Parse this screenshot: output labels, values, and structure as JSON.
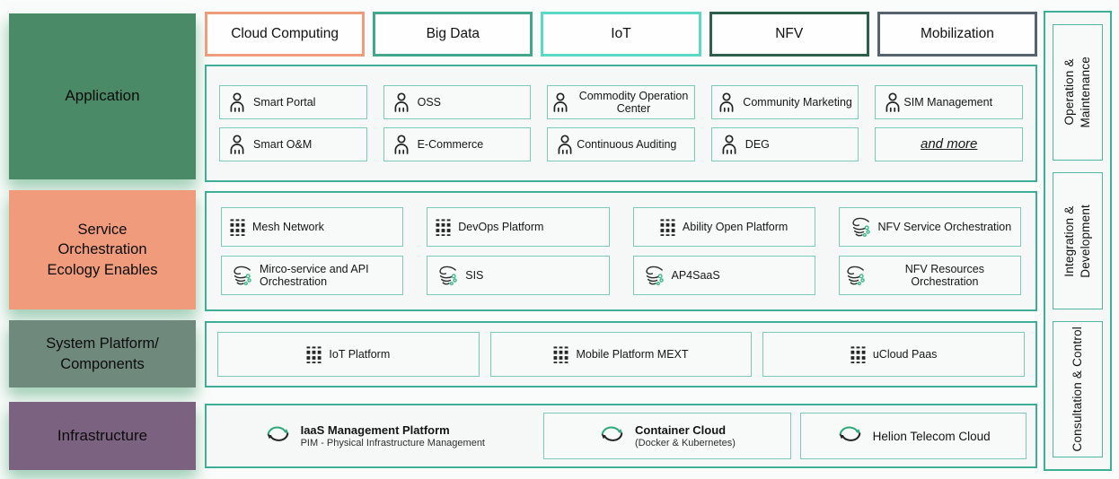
{
  "colors": {
    "page_bg": "#fafcfb",
    "panel_border": "#3fae97",
    "item_border": "#7ccab8",
    "panel_bg": "#f6f8f7",
    "layer_application": "#4a8a67",
    "layer_service": "#f09c7c",
    "layer_system": "#70897d",
    "layer_infrastructure": "#7b6280",
    "icon_green": "#2ea87c",
    "icon_dark": "#242424"
  },
  "layers": [
    {
      "label": "Application",
      "color": "#4a8a67"
    },
    {
      "label": "Service\nOrchestration\nEcology Enables",
      "color": "#f09c7c"
    },
    {
      "label": "System Platform/\nComponents",
      "color": "#70897d"
    },
    {
      "label": "Infrastructure",
      "color": "#7b6280"
    }
  ],
  "tabs": [
    {
      "label": "Cloud Computing",
      "border_color": "#ef9c7c"
    },
    {
      "label": "Big Data",
      "border_color": "#43a78b"
    },
    {
      "label": "IoT",
      "border_color": "#5cd9c6"
    },
    {
      "label": "NFV",
      "border_color": "#2d5f4c"
    },
    {
      "label": "Mobilization",
      "border_color": "#57626f"
    }
  ],
  "application_panel": {
    "items": [
      {
        "icon": "person-icon",
        "label": "Smart Portal"
      },
      {
        "icon": "person-icon",
        "label": "OSS"
      },
      {
        "icon": "person-icon",
        "label": "Commodity Operation Center"
      },
      {
        "icon": "person-icon",
        "label": "Community Marketing"
      },
      {
        "icon": "person-icon",
        "label": "SIM Management"
      },
      {
        "icon": "person-icon",
        "label": "Smart O&M"
      },
      {
        "icon": "person-icon",
        "label": "E-Commerce"
      },
      {
        "icon": "person-icon",
        "label": "Continuous Auditing"
      },
      {
        "icon": "person-icon",
        "label": "DEG"
      },
      {
        "icon": "none",
        "label": "and more"
      }
    ]
  },
  "service_panel": {
    "items": [
      {
        "icon": "grid-icon",
        "label": "Mesh Network"
      },
      {
        "icon": "grid-icon",
        "label": "DevOps Platform"
      },
      {
        "icon": "grid-icon",
        "label": "Ability Open Platform"
      },
      {
        "icon": "orchestration-icon",
        "label": "NFV Service Orchestration"
      },
      {
        "icon": "orchestration-icon",
        "label": "Mirco-service and API Orchestration"
      },
      {
        "icon": "orchestration-icon",
        "label": "SIS"
      },
      {
        "icon": "orchestration-icon",
        "label": "AP4SaaS"
      },
      {
        "icon": "orchestration-icon",
        "label": "NFV Resources Orchestration"
      }
    ]
  },
  "system_panel": {
    "items": [
      {
        "icon": "grid-icon",
        "label": "IoT Platform"
      },
      {
        "icon": "grid-icon",
        "label": "Mobile Platform MEXT"
      },
      {
        "icon": "grid-icon",
        "label": "uCloud Paas"
      }
    ]
  },
  "infrastructure_panel": {
    "items": [
      {
        "icon": "cloud-sync-icon",
        "title": "IaaS Management Platform",
        "subtitle": "PIM - Physical Infrastructure Management",
        "boxed": false
      },
      {
        "icon": "cloud-sync-icon",
        "title": "Container Cloud",
        "subtitle": "(Docker & Kubernetes)",
        "boxed": true
      },
      {
        "icon": "cloud-sync-icon",
        "title": "Helion Telecom Cloud",
        "subtitle": "",
        "boxed": true
      }
    ]
  },
  "sidebar": {
    "items": [
      {
        "label": "Operation &\nMaintenance"
      },
      {
        "label": "Integration &\nDevelopment"
      },
      {
        "label": "Consultation & Control"
      }
    ]
  }
}
